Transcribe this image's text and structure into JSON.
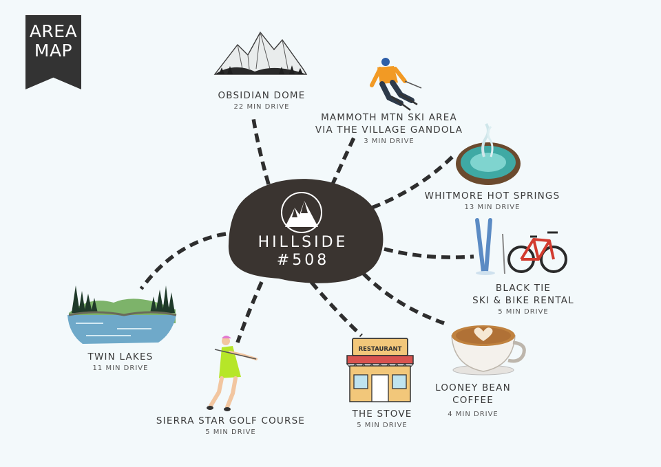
{
  "banner": {
    "line1": "AREA",
    "line2": "MAP"
  },
  "center": {
    "line1": "HILLSIDE",
    "line2": "#508"
  },
  "destinations": [
    {
      "id": "obsidian",
      "name": "OBSIDIAN DOME",
      "drive": "22 MIN DRIVE",
      "icon": "mountain-icon"
    },
    {
      "id": "mammoth",
      "name_line1": "MAMMOTH MTN SKI AREA",
      "name_line2": "VIA THE VILLAGE GANDOLA",
      "drive": "3 MIN DRIVE",
      "icon": "skier-icon"
    },
    {
      "id": "whitmore",
      "name": "WHITMORE HOT SPRINGS",
      "drive": "13 MIN DRIVE",
      "icon": "hot-spring-icon"
    },
    {
      "id": "blacktie",
      "name_line1": "BLACK TIE",
      "name_line2": "SKI & BIKE RENTAL",
      "drive": "5 MIN DRIVE",
      "icon": "ski-bike-icon"
    },
    {
      "id": "looney",
      "name_line1": "LOONEY BEAN",
      "name_line2": "COFFEE",
      "drive": "4 MIN DRIVE",
      "icon": "coffee-cup-icon"
    },
    {
      "id": "stove",
      "name": "THE STOVE",
      "drive": "5 MIN DRIVE",
      "icon": "restaurant-icon",
      "sign": "RESTAURANT"
    },
    {
      "id": "sierra",
      "name": "SIERRA STAR GOLF COURSE",
      "drive": "5 MIN DRIVE",
      "icon": "golfer-icon"
    },
    {
      "id": "twin",
      "name": "TWIN LAKES",
      "drive": "11 MIN DRIVE",
      "icon": "lake-icon"
    }
  ],
  "colors": {
    "background": "#f3f9fb",
    "hub": "#3a3430",
    "banner": "#333333",
    "path": "#2e2e2e"
  }
}
